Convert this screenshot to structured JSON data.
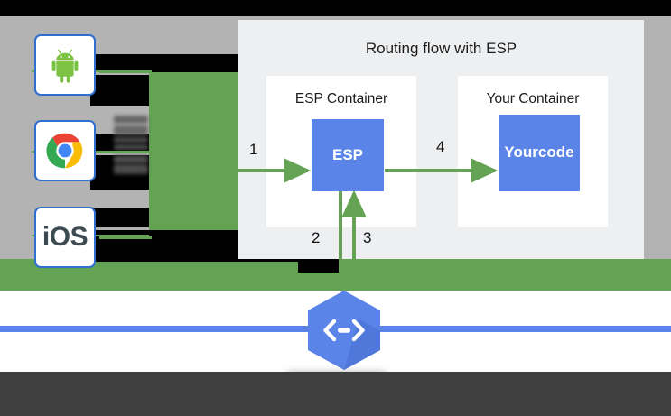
{
  "diagram": {
    "title": "Routing flow with ESP",
    "containers": [
      {
        "label": "ESP Container",
        "box_label": "ESP"
      },
      {
        "label": "Your Container",
        "box_label": "Your\ncode"
      }
    ],
    "arrows": [
      {
        "number": "1",
        "direction": "right",
        "from": "client",
        "to": "ESP"
      },
      {
        "number": "2",
        "direction": "down",
        "from": "ESP",
        "to": "service-control"
      },
      {
        "number": "3",
        "direction": "up",
        "from": "service-control",
        "to": "ESP"
      },
      {
        "number": "4",
        "direction": "right",
        "from": "ESP",
        "to": "Your code"
      }
    ],
    "colors": {
      "panel_bg": "#eeeff1",
      "container_bg": "#ffffff",
      "box_blue": "#5b84e8",
      "arrow_green": "#63a353",
      "page_gray": "#b3b3b3",
      "redaction_black": "#000000",
      "overlay_dark": "#3f3f3f"
    }
  },
  "clients": [
    {
      "name": "android-icon",
      "label": "Android"
    },
    {
      "name": "chrome-icon",
      "label": "Chrome"
    },
    {
      "name": "ios-icon",
      "label": "iOS"
    }
  ],
  "service": {
    "icon_name": "api-hexagon-icon",
    "glyph": "〈—〉",
    "caption_obscured": true
  }
}
